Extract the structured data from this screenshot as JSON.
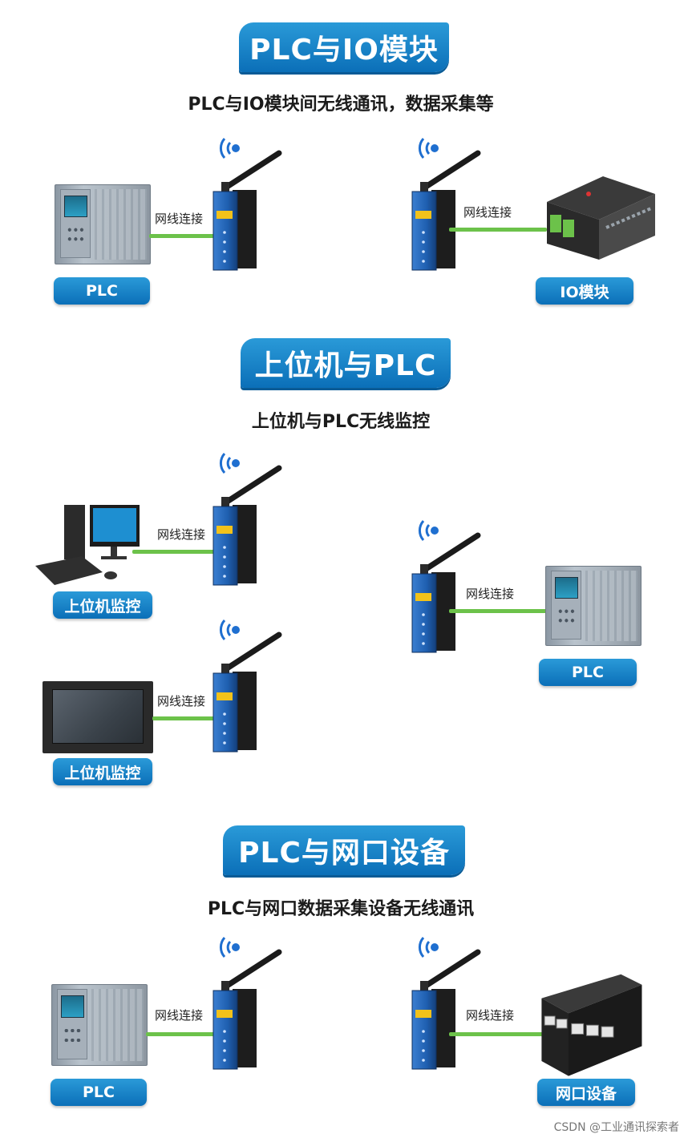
{
  "sections": [
    {
      "title": "PLC与IO模块",
      "subtitle": "PLC与IO模块间无线通讯，数据采集等",
      "left_label": "PLC",
      "right_label": "IO模块",
      "link_left": "网线连接",
      "link_right": "网线连接"
    },
    {
      "title": "上位机与PLC",
      "subtitle": "上位机与PLC无线监控",
      "top_label": "上位机监控",
      "bottom_label": "上位机监控",
      "right_label": "PLC",
      "link_top": "网线连接",
      "link_bottom": "网线连接",
      "link_right": "网线连接"
    },
    {
      "title": "PLC与网口设备",
      "subtitle": "PLC与网口数据采集设备无线通讯",
      "left_label": "PLC",
      "right_label": "网口设备",
      "link_left": "网线连接",
      "link_right": "网线连接"
    }
  ],
  "watermark": "CSDN @工业通讯探索者",
  "colors": {
    "banner_blue": "#0b6fb8",
    "link_green": "#6cc24a",
    "module_blue": "#1f5fb0"
  }
}
